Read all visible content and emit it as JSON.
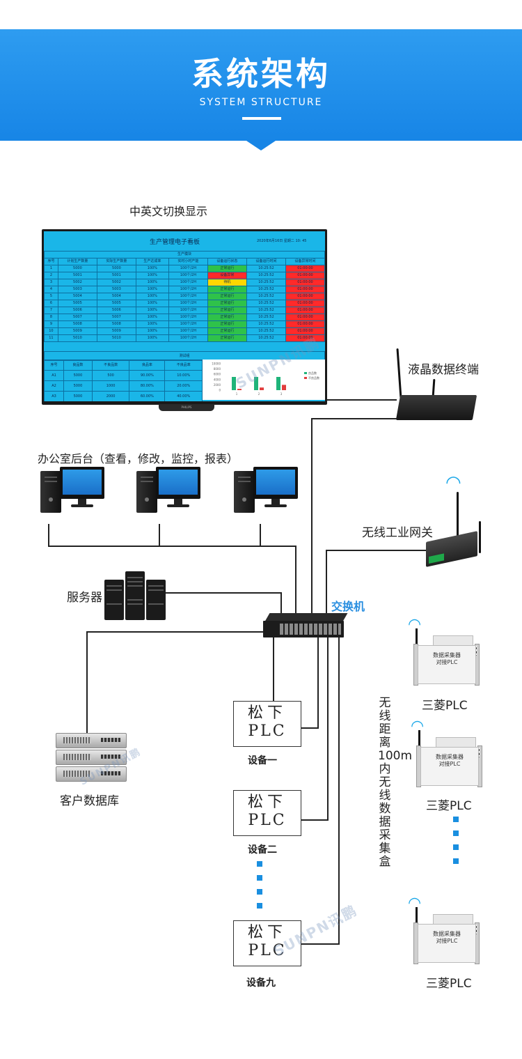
{
  "header": {
    "title": "系统架构",
    "subtitle": "SYSTEM STRUCTURE",
    "bg_color": "#1785e6"
  },
  "display": {
    "caption": "中英文切换显示",
    "screen_title": "生产管理电子看板",
    "datetime": "2020年6月16日 星期二 10: 45",
    "section1": "生产模块",
    "columns": [
      "序号",
      "计划生产数量",
      "实际生产数量",
      "生产达成率",
      "实时小时产能",
      "设备运行状态",
      "设备运行时间",
      "设备异常时间"
    ],
    "rows": [
      [
        "1",
        "5000",
        "5000",
        "100%",
        "100个/2H",
        "正常运行",
        "10:25:52",
        "01:00:00",
        "ok"
      ],
      [
        "2",
        "5001",
        "5001",
        "100%",
        "100个/2H",
        "设备异常",
        "10:25:52",
        "01:00:00",
        "err"
      ],
      [
        "3",
        "5002",
        "5002",
        "100%",
        "100个/2H",
        "待机",
        "10:25:52",
        "01:00:00",
        "warn"
      ],
      [
        "4",
        "5003",
        "5003",
        "100%",
        "100个/2H",
        "正常运行",
        "10:25:52",
        "01:00:00",
        "ok"
      ],
      [
        "5",
        "5004",
        "5004",
        "100%",
        "100个/2H",
        "正常运行",
        "10:25:52",
        "01:00:00",
        "ok"
      ],
      [
        "6",
        "5005",
        "5005",
        "100%",
        "100个/2H",
        "正常运行",
        "10:25:52",
        "01:00:00",
        "ok"
      ],
      [
        "7",
        "5006",
        "5006",
        "100%",
        "100个/2H",
        "正常运行",
        "10:25:52",
        "01:00:00",
        "ok"
      ],
      [
        "8",
        "5007",
        "5007",
        "100%",
        "100个/2H",
        "正常运行",
        "10:25:52",
        "01:00:00",
        "ok"
      ],
      [
        "9",
        "5008",
        "5008",
        "100%",
        "100个/2H",
        "正常运行",
        "10:25:52",
        "01:00:00",
        "ok"
      ],
      [
        "10",
        "5009",
        "5009",
        "100%",
        "100个/2H",
        "正常运行",
        "10:25:52",
        "01:00:00",
        "ok"
      ],
      [
        "11",
        "5010",
        "5010",
        "100%",
        "100个/2H",
        "正常运行",
        "10:25:52",
        "01:00:00",
        "ok"
      ]
    ],
    "section2": "测试组",
    "columns2": [
      "序号",
      "良品数",
      "不良品数",
      "良品率",
      "不良品率"
    ],
    "rows2": [
      [
        "A1",
        "5000",
        "500",
        "90.00%",
        "10.00%"
      ],
      [
        "A2",
        "5000",
        "1000",
        "80.00%",
        "20.00%"
      ],
      [
        "A3",
        "5000",
        "2000",
        "60.00%",
        "40.00%"
      ]
    ],
    "chart_axis": [
      "10000",
      "8000",
      "6000",
      "4000",
      "2000",
      "0"
    ],
    "chart_xticks": [
      "1",
      "2",
      "3"
    ],
    "chart_legend": [
      "良品数",
      "不良品数"
    ],
    "chart_good": [
      5000,
      5000,
      5000
    ],
    "chart_bad": [
      500,
      1000,
      2000
    ],
    "brand": "PHILIPS"
  },
  "labels": {
    "lcd_terminal": "液晶数据终端",
    "office": "办公室后台（查看，修改，监控，报表）",
    "gateway": "无线工业网关",
    "server": "服务器",
    "switch": "交换机",
    "database": "客户数据库",
    "wireless_range": "无线距离100m内无线数据采集盒"
  },
  "devices": [
    {
      "plc_line1": "松下",
      "plc_line2": "PLC",
      "name": "设备一"
    },
    {
      "plc_line1": "松下",
      "plc_line2": "PLC",
      "name": "设备二"
    },
    {
      "plc_line1": "松下",
      "plc_line2": "PLC",
      "name": "设备九"
    }
  ],
  "collectors": [
    {
      "line1": "数据采集器",
      "line2": "对接PLC",
      "name": "三菱PLC",
      "port": "485通讯接口"
    },
    {
      "line1": "数据采集器",
      "line2": "对接PLC",
      "name": "三菱PLC",
      "port": "485通讯接口"
    },
    {
      "line1": "数据采集器",
      "line2": "对接PLC",
      "name": "三菱PLC",
      "port": "485通讯接口"
    }
  ],
  "watermark": "SUNPN讯鹏",
  "colors": {
    "accent": "#1a8fe0",
    "ok": "#2fc24a",
    "warn": "#ffd700",
    "err": "#ff2a2a"
  }
}
